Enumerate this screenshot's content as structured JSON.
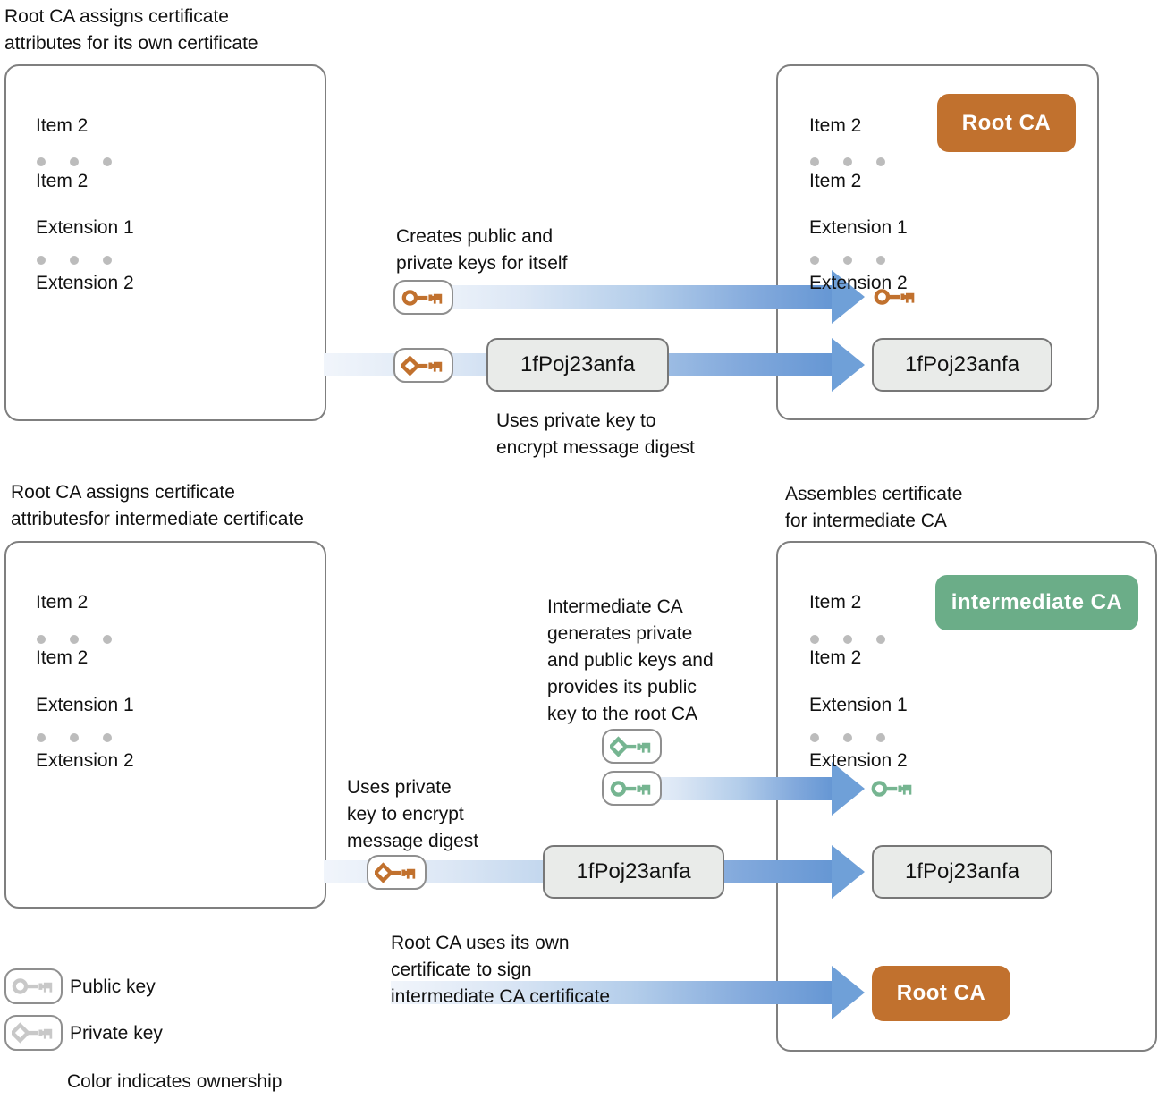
{
  "colors": {
    "root_ca_badge": "#C1712E",
    "intermediate_ca_badge": "#6BAD88",
    "root_key": "#C1712E",
    "intermediate_key": "#76B591",
    "neutral_key": "#C8C8C8",
    "arrow_blue": "#6FA0D8",
    "digest_box_bg": "#E9EBE9"
  },
  "icons": {
    "public_key": "ring-head-key-icon",
    "private_key": "diamond-head-key-icon"
  },
  "top": {
    "left_title": "Root CA assigns certificate\nattributes for its own certificate",
    "left_cert": {
      "items": [
        "Item 2",
        "Item 2"
      ],
      "extensions": [
        "Extension 1",
        "Extension 2"
      ]
    },
    "create_label": "Creates public and\nprivate keys for itself",
    "mid_digest": "1fPoj23anfa",
    "encrypt_label": "Uses private key to\nencrypt message digest",
    "right_cert": {
      "items": [
        "Item 2",
        "Item 2"
      ],
      "badge": "Root CA",
      "extensions": [
        "Extension 1",
        "Extension 2"
      ],
      "digest": "1fPoj23anfa"
    }
  },
  "bottom": {
    "left_title": "Root CA assigns certificate\nattributesfor intermediate certificate",
    "right_title": "Assembles certificate\nfor intermediate CA",
    "left_cert": {
      "items": [
        "Item 2",
        "Item 2"
      ],
      "extensions": [
        "Extension 1",
        "Extension 2"
      ]
    },
    "intermediate_label": "Intermediate CA\ngenerates private\nand public keys and\nprovides its public\nkey to the root CA",
    "encrypt_label": "Uses private\nkey to encrypt\nmessage digest",
    "mid_digest": "1fPoj23anfa",
    "sign_label": "Root CA uses its own\ncertificate to sign\nintermediate CA certificate",
    "right_cert": {
      "items": [
        "Item 2",
        "Item 2"
      ],
      "badge": "intermediate CA",
      "extensions": [
        "Extension 1",
        "Extension 2"
      ],
      "digest": "1fPoj23anfa",
      "signer_badge": "Root CA"
    }
  },
  "legend": {
    "public_label": "Public key",
    "private_label": "Private key",
    "note": "Color indicates ownership"
  }
}
